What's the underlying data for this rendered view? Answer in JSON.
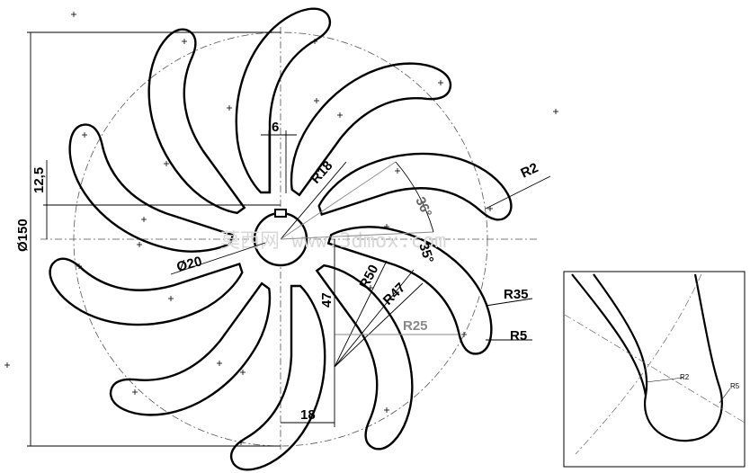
{
  "watermark": "莫西网 www.3dmox.com",
  "dimensions": {
    "diameter_outer": "Ø150",
    "diameter_hub": "Ø20",
    "width_6": "6",
    "height_12_5": "12,5",
    "radius_18": "R18",
    "angle_36": "36°",
    "angle_35": "35°",
    "radius_50": "R50",
    "radius_47": "R47",
    "radius_25": "R25",
    "radius_35": "R35",
    "radius_5": "R5",
    "radius_2": "R2",
    "height_47": "47",
    "offset_18": "18"
  },
  "detail": {
    "radius_2": "R2",
    "radius_5": "R5"
  },
  "colors": {
    "line": "#000000",
    "construction": "#666666",
    "dim_gray": "#888888",
    "watermark": "#d8d8d8"
  }
}
